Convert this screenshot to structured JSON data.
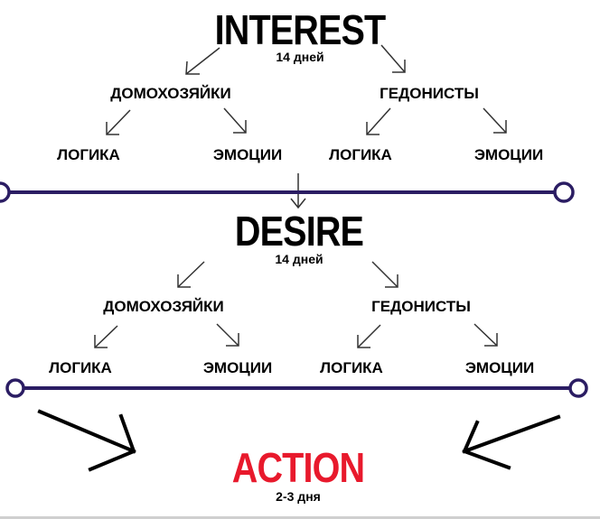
{
  "colors": {
    "timeline": "#2b1d63",
    "action": "#e8192c",
    "arrow": "#333333"
  },
  "stages": [
    {
      "title": "INTEREST",
      "duration": "14 дней",
      "segments": [
        {
          "label": "ДОМОХОЗЯЙКИ",
          "leaves": [
            "ЛОГИКА",
            "ЭМОЦИИ"
          ]
        },
        {
          "label": "ГЕДОНИСТЫ",
          "leaves": [
            "ЛОГИКА",
            "ЭМОЦИИ"
          ]
        }
      ]
    },
    {
      "title": "DESIRE",
      "duration": "14 дней",
      "segments": [
        {
          "label": "ДОМОХОЗЯЙКИ",
          "leaves": [
            "ЛОГИКА",
            "ЭМОЦИИ"
          ]
        },
        {
          "label": "ГЕДОНИСТЫ",
          "leaves": [
            "ЛОГИКА",
            "ЭМОЦИИ"
          ]
        }
      ]
    },
    {
      "title": "ACTION",
      "duration": "2-3 дня"
    }
  ]
}
